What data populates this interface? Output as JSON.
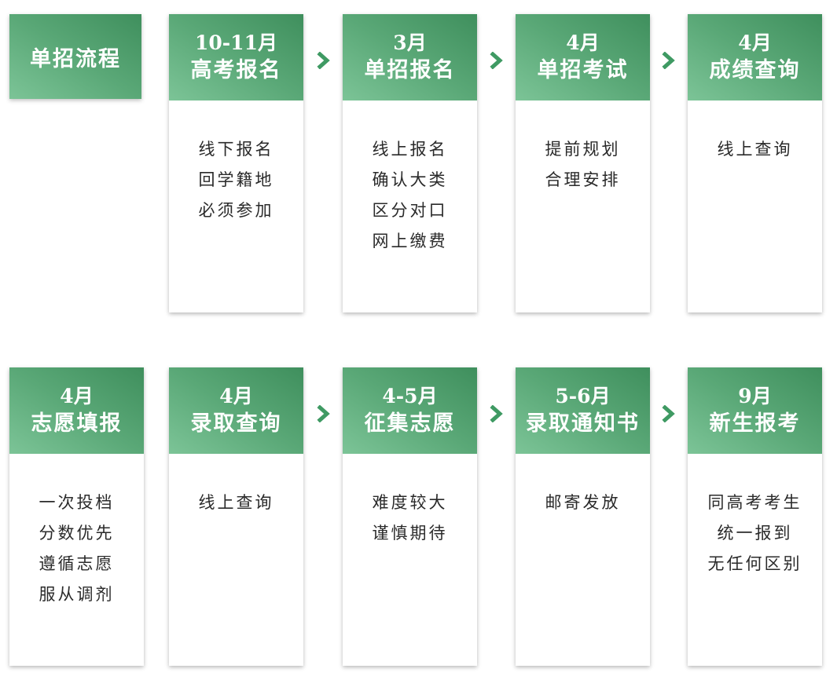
{
  "title": "单招流程",
  "row1": [
    {
      "month": "10-11月",
      "stage": "高考报名",
      "items": [
        "线下报名",
        "回学籍地",
        "必须参加"
      ]
    },
    {
      "month": "3月",
      "stage": "单招报名",
      "items": [
        "线上报名",
        "确认大类",
        "区分对口",
        "网上缴费"
      ]
    },
    {
      "month": "4月",
      "stage": "单招考试",
      "items": [
        "提前规划",
        "合理安排"
      ]
    },
    {
      "month": "4月",
      "stage": "成绩查询",
      "items": [
        "线上查询"
      ]
    }
  ],
  "row2": [
    {
      "month": "4月",
      "stage": "志愿填报",
      "items": [
        "一次投档",
        "分数优先",
        "遵循志愿",
        "服从调剂"
      ]
    },
    {
      "month": "4月",
      "stage": "录取查询",
      "items": [
        "线上查询"
      ]
    },
    {
      "month": "4-5月",
      "stage": "征集志愿",
      "items": [
        "难度较大",
        "谨慎期待"
      ]
    },
    {
      "month": "5-6月",
      "stage": "录取通知书",
      "items": [
        "邮寄发放"
      ]
    },
    {
      "month": "9月",
      "stage": "新生报考",
      "items": [
        "同高考考生",
        "统一报到",
        "无任何区别"
      ]
    }
  ],
  "colors": {
    "green_light": "#7cc497",
    "green_dark": "#3f8f5d",
    "arrow": "#3f9a63"
  },
  "icons": {
    "arrow": "chevron-right-icon"
  }
}
